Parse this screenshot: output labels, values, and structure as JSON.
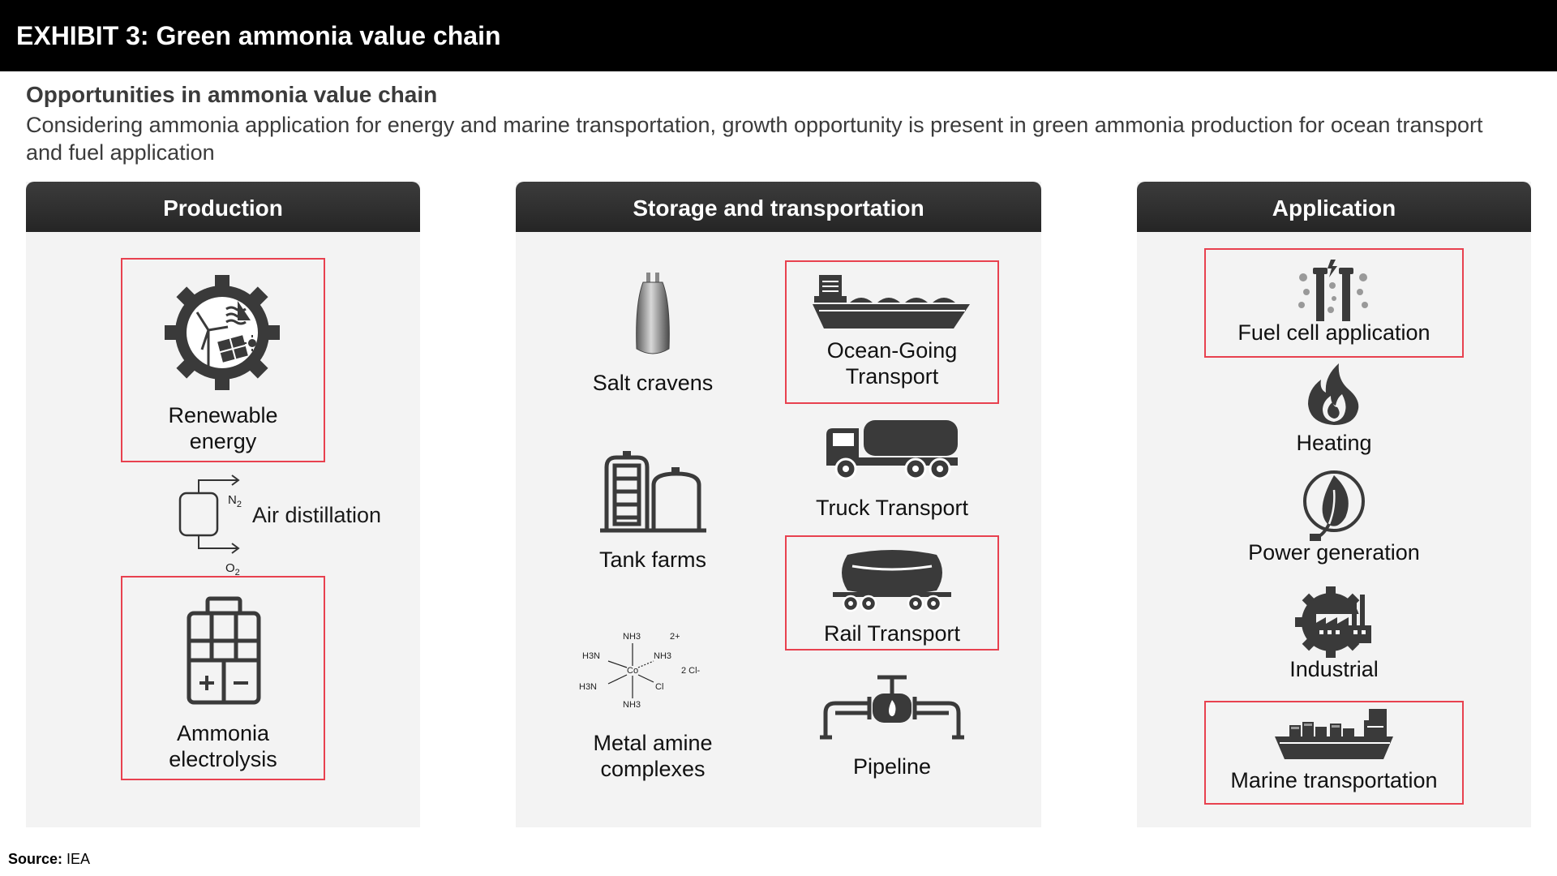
{
  "header": {
    "title": "EXHIBIT 3: Green ammonia value chain",
    "subtitle": "Opportunities in ammonia value chain",
    "description": "Considering ammonia application for energy and marine transportation, growth opportunity is present in green ammonia production for ocean transport and fuel application"
  },
  "colors": {
    "banner": "#000000",
    "column_header": "#2d2d2d",
    "panel": "#f3f3f3",
    "highlight_border": "#e8414f",
    "icon": "#3a3a3a"
  },
  "production": {
    "title": "Production",
    "renewable": {
      "label1": "Renewable",
      "label2": "energy",
      "icon": "renewable-gear-icon",
      "highlighted": true
    },
    "air": {
      "label": "Air distillation",
      "n2": "N",
      "n2sub": "2",
      "o2": "O",
      "o2sub": "2",
      "icon": "distillation-column-icon"
    },
    "electrolysis": {
      "label1": "Ammonia",
      "label2": "electrolysis",
      "icon": "electrolyzer-icon",
      "highlighted": true
    }
  },
  "storage": {
    "title": "Storage and transportation",
    "salt": {
      "label": "Salt cravens",
      "icon": "gas-cylinder-icon"
    },
    "tank": {
      "label": "Tank farms",
      "icon": "storage-tanks-icon"
    },
    "metal": {
      "label1": "Metal amine",
      "label2": "complexes",
      "icon": "cobalt-complex-icon",
      "formula": {
        "nh3_top": "NH3",
        "charge": "2+",
        "h3n_left": "H3N",
        "nh3_right": "NH3",
        "co": "Co",
        "cl_ion": "2 Cl-",
        "h3n_bl": "H3N",
        "cl": "Cl",
        "nh3_bottom": "NH3"
      }
    },
    "ocean": {
      "label1": "Ocean-Going",
      "label2": "Transport",
      "icon": "lng-ship-icon",
      "highlighted": true
    },
    "truck": {
      "label": "Truck Transport",
      "icon": "tanker-truck-icon"
    },
    "rail": {
      "label": "Rail Transport",
      "icon": "rail-tank-car-icon",
      "highlighted": true
    },
    "pipeline": {
      "label": "Pipeline",
      "icon": "pipeline-valve-icon"
    }
  },
  "application": {
    "title": "Application",
    "fuel": {
      "label": "Fuel cell application",
      "icon": "fuel-cell-icon",
      "highlighted": true
    },
    "heating": {
      "label": "Heating",
      "icon": "flame-icon"
    },
    "power": {
      "label": "Power generation",
      "icon": "leaf-plug-icon"
    },
    "industrial": {
      "label": "Industrial",
      "icon": "factory-gear-icon"
    },
    "marine": {
      "label": "Marine transportation",
      "icon": "cargo-ship-icon",
      "highlighted": true
    }
  },
  "source": {
    "prefix": "Source:",
    "text": "IEA"
  }
}
